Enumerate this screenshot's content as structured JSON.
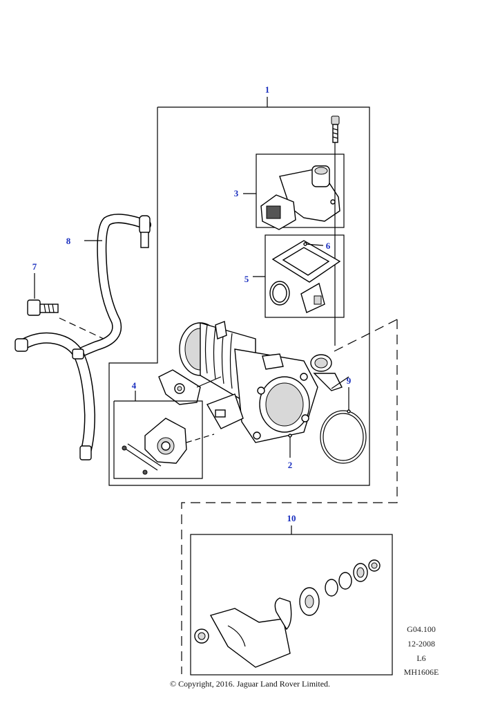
{
  "callouts": {
    "c1": "1",
    "c2": "2",
    "c3": "3",
    "c4": "4",
    "c5": "5",
    "c6": "6",
    "c7": "7",
    "c8": "8",
    "c9": "9",
    "c10": "10"
  },
  "reference": {
    "code": "G04.100",
    "date": "12-2008",
    "engine": "L6",
    "illustration": "MH1606E"
  },
  "copyright": "© Copyright, 2016. Jaguar Land Rover Limited.",
  "colors": {
    "callout": "#1a2fbf",
    "line": "#000000",
    "background": "#ffffff"
  }
}
